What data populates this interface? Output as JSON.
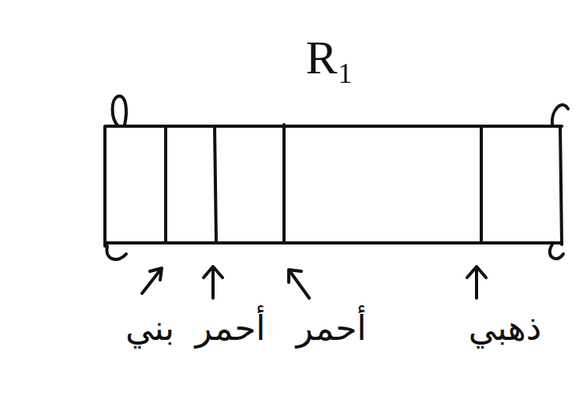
{
  "diagram": {
    "labels": [
      "R₁",
      "بني",
      "أحمر",
      "أحمر",
      "ذهبي"
    ]
  }
}
